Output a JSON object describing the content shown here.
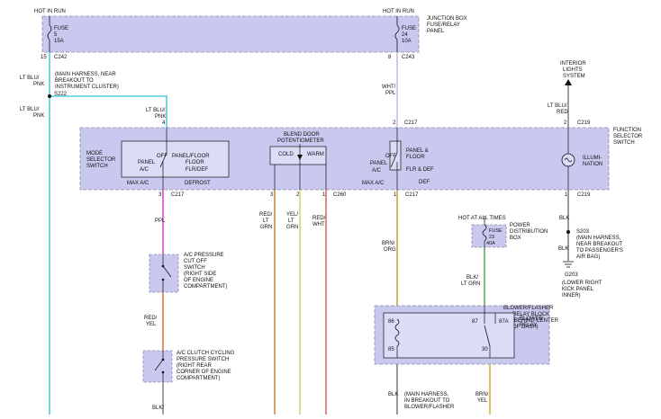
{
  "colors": {
    "panel_fill": "#c9c9f0",
    "panel_fill_light": "#dcdcf6",
    "dash": "#8a8aa8",
    "wire_lt_blu_pnk": "#55c9dd",
    "wire_wht_ppl": "#dcc4ec",
    "wire_ppl": "#d44fc8",
    "wire_red_yel": "#d67a3c",
    "wire_red_lt_grn": "#c98a4a",
    "wire_yel_lt_grn": "#cfd86e",
    "wire_red_wht": "#e06b6b",
    "wire_brn_org": "#c9a24b",
    "wire_blk_lt_grn": "#5cae5c",
    "wire_brn_yel": "#d8b040",
    "wire_blk": "#333333"
  },
  "junction_box": {
    "hot_in_run_left": "HOT IN RUN",
    "hot_in_run_right": "HOT IN RUN",
    "title_lines": [
      "JUNCTION BOX",
      "FUSE/RELAY",
      "PANEL"
    ],
    "fuse_left": [
      "FUSE",
      "5",
      "15A"
    ],
    "fuse_right": [
      "FUSE",
      "24",
      "10A"
    ],
    "pin_left": "15",
    "conn_left": "C242",
    "pin_right": "8",
    "conn_right": "C243"
  },
  "wires_top": {
    "lt_blu_pnk_a": [
      "LT BLU/",
      "PNK"
    ],
    "main_harness_note": [
      "(MAIN HARNESS, NEAR",
      "BREAKOUT TO",
      "INSTRUMENT CLUSTER)"
    ],
    "splice": "S222",
    "lt_blu_pnk_b": [
      "LT BLU/",
      "PNK"
    ],
    "lt_blu_pnk_c": [
      "LT BLU/",
      "PNK"
    ],
    "wht_ppl": [
      "WHT/",
      "PPL"
    ],
    "interior_lights": [
      "INTERIOR",
      "LIGHTS",
      "SYSTEM"
    ],
    "lt_blu_red": [
      "LT BLU/",
      "RED"
    ]
  },
  "function_switch": {
    "title_lines": [
      "FUNCTION",
      "SELECTOR",
      "SWITCH"
    ],
    "pin_4": "4",
    "pin_2a": "2",
    "conn_c217_top": "C217",
    "pin_2b": "2",
    "conn_c219_top": "C219",
    "mode_selector": [
      "MODE",
      "SELECTOR",
      "SWITCH"
    ],
    "off": "OFF",
    "panel_floor": "PANEL/FLOOR",
    "panel": "PANEL",
    "floor": "FLOOR",
    "ac": "A/C",
    "flr_def": "FLR/DEF",
    "max_ac": "MAX A/C",
    "defrost": "DEFROST",
    "blend_door": [
      "BLEND DOOR",
      "POTENTIOMETER"
    ],
    "cold": "COLD",
    "warm": "WARM",
    "off2": "OFF",
    "panel_floor2": [
      "PANEL &",
      "FLOOR"
    ],
    "panel2": "PANEL",
    "ac2": "A/C",
    "flr_def2": "FLR & DEF",
    "def2": "DEF",
    "max_ac2": "MAX A/C",
    "illumination": [
      "ILLUMI-",
      "NATION"
    ],
    "pin_3": "3",
    "conn_c217_b": "C217",
    "pin_b3": "3",
    "pin_b2": "2",
    "pin_b1": "1",
    "conn_c260": "C260",
    "pin_b1b": "1",
    "conn_c217_c": "C217",
    "pin_b1c": "1",
    "conn_c219_b": "C219"
  },
  "lower_left": {
    "ppl": "PPL",
    "ac_pressure_cutoff": [
      "A/C PRESSURE",
      "CUT OFF",
      "SWITCH",
      "(RIGHT SIDE",
      "OF ENGINE",
      "COMPARTMENT)"
    ],
    "red_yel": [
      "RED/",
      "YEL"
    ],
    "ac_clutch": [
      "A/C CLUTCH CYCLING",
      "PRESSURE SWITCH",
      "(RIGHT REAR",
      "CORNER OF ENGINE",
      "COMPARTMENT)"
    ],
    "blk_bottom": "BLK/"
  },
  "lower_mid": {
    "red_lt_grn": [
      "RED/",
      "LT",
      "GRN"
    ],
    "yel_lt_grn": [
      "YEL/",
      "LT",
      "GRN"
    ],
    "red_wht": [
      "RED/",
      "WHT"
    ],
    "brn_org": [
      "BRN/",
      "ORG"
    ]
  },
  "power_dist": {
    "hot_at_all_times": "HOT AT ALL TIMES",
    "fuse": [
      "FUSE",
      "23",
      "40A"
    ],
    "title_lines": [
      "POWER",
      "DISTRIBUTION",
      "BOX"
    ],
    "blk_lt_grn": [
      "BLK/",
      "LT GRN"
    ]
  },
  "blower_relay": {
    "title_lines": [
      "BLOWER/FLASHER",
      "RELAY BLOCK",
      "(BEHIND CENTER",
      "OF DASH)"
    ],
    "relay_label": [
      "BLOWER",
      "RELAY"
    ],
    "pin_86": "86",
    "pin_85": "85",
    "pin_87": "87",
    "pin_87a": "87A",
    "pin_30": "30",
    "blk": "BLK",
    "main_harness_note": [
      "(MAIN HARNESS,",
      "IN BREAKOUT TO",
      "BLOWER/FLASHER"
    ],
    "brn_yel": [
      "BRN/",
      "YEL"
    ]
  },
  "ground": {
    "blk_a": "BLK",
    "splice": "S203",
    "note": [
      "(MAIN HARNESS,",
      "NEAR BREAKOUT",
      "TO PASSENGER'S",
      "AIR BAG)"
    ],
    "blk_b": "BLK",
    "g203": "G203",
    "g203_note": [
      "(LOWER RIGHT",
      "KICK PANEL",
      "INNER)"
    ]
  }
}
